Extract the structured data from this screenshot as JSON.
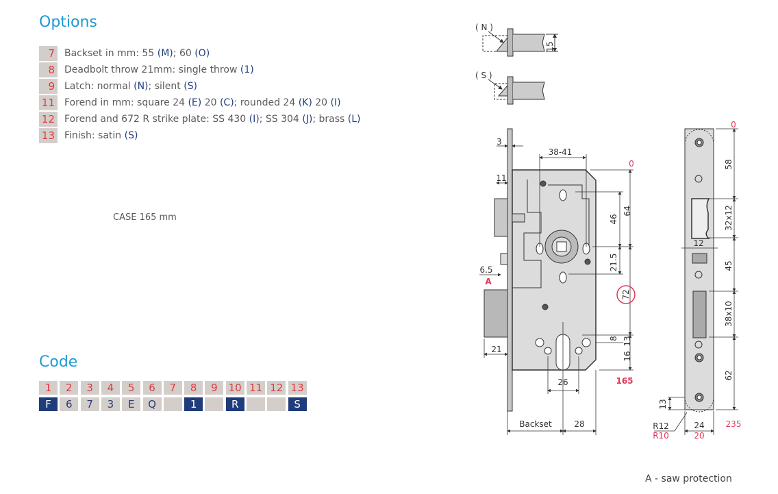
{
  "options": {
    "title": "Options",
    "items": [
      {
        "num": "7",
        "segments": [
          {
            "t": "Backset in mm: 55 "
          },
          {
            "t": "(M)",
            "code": true
          },
          {
            "t": "; 60 "
          },
          {
            "t": "(O)",
            "code": true
          }
        ]
      },
      {
        "num": "8",
        "segments": [
          {
            "t": "Deadbolt throw 21mm: single throw "
          },
          {
            "t": "(1)",
            "code": true
          }
        ]
      },
      {
        "num": "9",
        "segments": [
          {
            "t": "Latch: normal "
          },
          {
            "t": "(N)",
            "code": true
          },
          {
            "t": "; silent "
          },
          {
            "t": "(S)",
            "code": true
          }
        ]
      },
      {
        "num": "11",
        "segments": [
          {
            "t": "Forend in mm: square 24 "
          },
          {
            "t": "(E)",
            "code": true
          },
          {
            "t": " 20 "
          },
          {
            "t": "(C)",
            "code": true
          },
          {
            "t": "; rounded 24 "
          },
          {
            "t": "(K)",
            "code": true
          },
          {
            "t": " 20 "
          },
          {
            "t": "(I)",
            "code": true
          }
        ]
      },
      {
        "num": "12",
        "segments": [
          {
            "t": "Forend and 672 R strike plate: SS 430 "
          },
          {
            "t": "(I)",
            "code": true
          },
          {
            "t": "; SS 304 "
          },
          {
            "t": "(J)",
            "code": true
          },
          {
            "t": "; brass "
          },
          {
            "t": "(L)",
            "code": true
          }
        ]
      },
      {
        "num": "13",
        "segments": [
          {
            "t": "Finish: satin "
          },
          {
            "t": "(S)",
            "code": true
          }
        ]
      }
    ]
  },
  "case_label": "CASE 165 mm",
  "code": {
    "title": "Code",
    "positions": [
      "1",
      "2",
      "3",
      "4",
      "5",
      "6",
      "7",
      "8",
      "9",
      "10",
      "11",
      "12",
      "13"
    ],
    "values": [
      {
        "v": "F",
        "fixed": true
      },
      {
        "v": "6"
      },
      {
        "v": "7"
      },
      {
        "v": "3"
      },
      {
        "v": "E"
      },
      {
        "v": "Q"
      },
      {
        "v": ""
      },
      {
        "v": "1",
        "fixed": true
      },
      {
        "v": ""
      },
      {
        "v": "R",
        "fixed": true
      },
      {
        "v": ""
      },
      {
        "v": ""
      },
      {
        "v": "S",
        "fixed": true
      }
    ]
  },
  "drawing": {
    "latch_n": "( N )",
    "latch_s": "( S )",
    "latch_height": "15",
    "lock": {
      "forend_thickness": "3",
      "spindle_range": "38-41",
      "zero": "0",
      "latch_depth": "11",
      "d46": "46",
      "d64": "64",
      "d21_5": "21.5",
      "d72": "72",
      "d6_5": "6.5",
      "a_marker": "A",
      "bolt_throw": "21",
      "d8": "8",
      "d13": "13",
      "d16": "16",
      "case_height": "165",
      "d26": "26",
      "backset": "Backset",
      "d28": "28"
    },
    "strike": {
      "zero": "0",
      "d58": "58",
      "d32x12": "32x12",
      "d12": "12",
      "d45": "45",
      "d38x10": "38x10",
      "d62": "62",
      "d13": "13",
      "r12": "R12",
      "r10": "R10",
      "w24": "24",
      "w20": "20",
      "length": "235"
    }
  },
  "footnote": "A - saw protection",
  "colors": {
    "accent": "#1d9ad6",
    "red": "#e0393e",
    "navy": "#1f3c7c",
    "box": "#d4cecb"
  }
}
